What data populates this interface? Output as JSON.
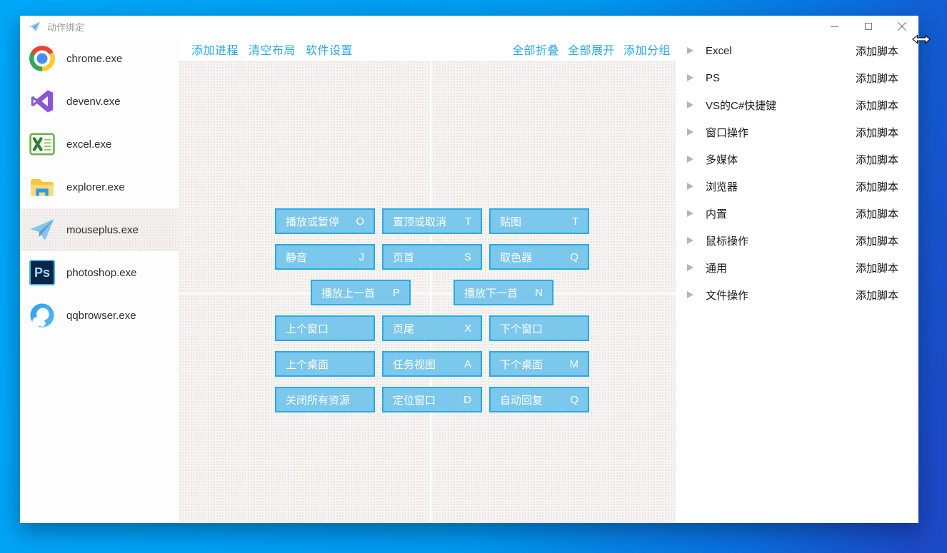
{
  "titlebar": {
    "title": "动作绑定",
    "controls": [
      "minimize",
      "maximize",
      "close"
    ]
  },
  "sidebar": {
    "items": [
      {
        "label": "chrome.exe",
        "icon": "chrome-icon"
      },
      {
        "label": "devenv.exe",
        "icon": "visual-studio-icon"
      },
      {
        "label": "excel.exe",
        "icon": "excel-icon"
      },
      {
        "label": "explorer.exe",
        "icon": "folder-icon"
      },
      {
        "label": "mouseplus.exe",
        "icon": "paper-plane-icon",
        "selected": true
      },
      {
        "label": "photoshop.exe",
        "icon": "photoshop-icon",
        "badge": "Ps"
      },
      {
        "label": "qqbrowser.exe",
        "icon": "qqbrowser-icon"
      }
    ]
  },
  "toolbar": {
    "left": [
      "添加进程",
      "清空布局",
      "软件设置"
    ],
    "right": [
      "全部折叠",
      "全部展开",
      "添加分组"
    ]
  },
  "actions": {
    "top": [
      [
        {
          "label": "播放或暂停",
          "key": "O"
        },
        {
          "label": "置顶或取消",
          "key": "T"
        },
        {
          "label": "贴图",
          "key": "T"
        }
      ],
      [
        {
          "label": "静音",
          "key": "J"
        },
        {
          "label": "页首",
          "key": "S"
        },
        {
          "label": "取色器",
          "key": "Q"
        }
      ]
    ],
    "middle": [
      {
        "label": "播放上一首",
        "key": "P"
      },
      {
        "label": "播放下一首",
        "key": "N"
      }
    ],
    "bottom": [
      [
        {
          "label": "上个窗口",
          "key": ""
        },
        {
          "label": "页尾",
          "key": "X"
        },
        {
          "label": "下个窗口",
          "key": ""
        }
      ],
      [
        {
          "label": "上个桌面",
          "key": ""
        },
        {
          "label": "任务视图",
          "key": "A"
        },
        {
          "label": "下个桌面",
          "key": "M"
        }
      ],
      [
        {
          "label": "关闭所有资源",
          "key": ""
        },
        {
          "label": "定位窗口",
          "key": "D"
        },
        {
          "label": "自动回复",
          "key": "Q"
        }
      ]
    ]
  },
  "groups": {
    "add_script_label": "添加脚本",
    "items": [
      "Excel",
      "PS",
      "VS的C#快捷键",
      "窗口操作",
      "多媒体",
      "浏览器",
      "内置",
      "鼠标操作",
      "通用",
      "文件操作"
    ]
  },
  "colors": {
    "accent_link": "#2baae2",
    "button_fill": "#7cc7ec",
    "button_border": "#29abe2",
    "desktop_left": "#00a8f8",
    "desktop_right": "#1c49c6"
  }
}
